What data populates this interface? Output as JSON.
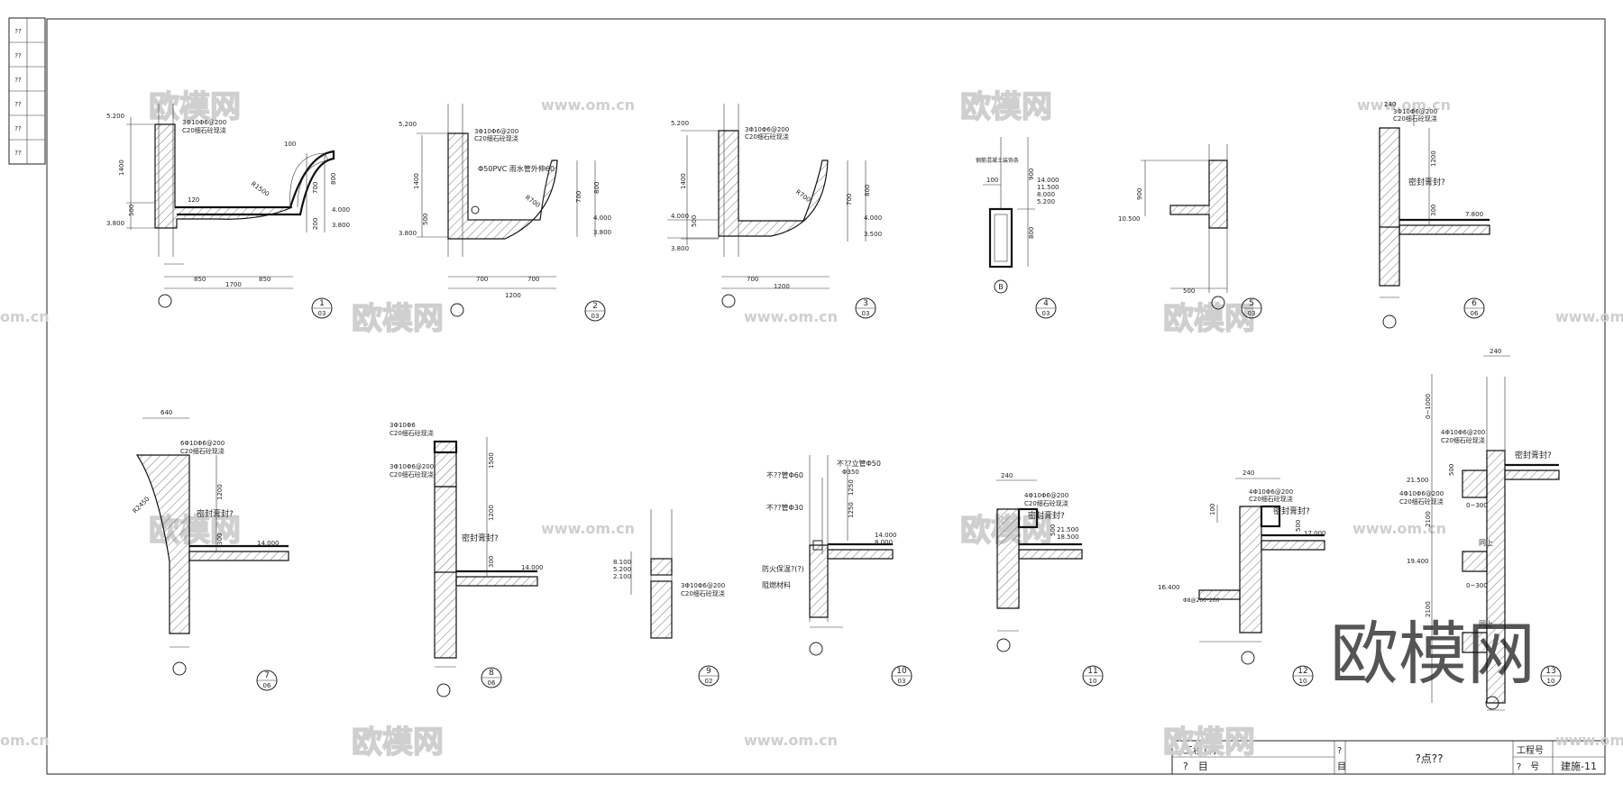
{
  "drawing": {
    "sheet_no": "建施-11"
  },
  "title_block": {
    "project_label": "工程?称",
    "project_no_label": "工程号",
    "item_label": "?　目",
    "item_col_a": "?",
    "item_col_b": "目",
    "detail_title": "?点??",
    "figure_no_label": "?　号"
  },
  "revision_strip": [
    "??",
    "??",
    "??",
    "??",
    "??",
    "??"
  ],
  "watermark": {
    "cn": "欧模网",
    "url": "www.om.cn",
    "url_short": "om.cn"
  },
  "colors": {
    "line": "#222222",
    "watermark": "#cfcfcf",
    "logo": "#555555"
  },
  "details": [
    {
      "num": "1",
      "sheet": "03",
      "notes": [
        "3Φ10Φ6@200",
        "C20细石砼现浇"
      ],
      "dims": [
        "5.200",
        "3.800",
        "1400",
        "500",
        "850",
        "1700",
        "700",
        "800",
        "200",
        "4.000",
        "3.800",
        "R1500",
        "120",
        "100"
      ]
    },
    {
      "num": "2",
      "sheet": "03",
      "notes": [
        "3Φ10Φ6@200",
        "C20细石砼现浇",
        "Φ50PVC 雨水管外伸60"
      ],
      "dims": [
        "5.200",
        "3.800",
        "1400",
        "500",
        "700",
        "1200",
        "800",
        "700",
        "4.000",
        "3.800",
        "R700"
      ]
    },
    {
      "num": "3",
      "sheet": "03",
      "notes": [
        "3Φ10Φ6@200",
        "C20细石砼现浇"
      ],
      "dims": [
        "5.200",
        "4.000",
        "3.800",
        "1400",
        "500",
        "700",
        "1200",
        "800",
        "700",
        "4.000",
        "3.500",
        "R700"
      ]
    },
    {
      "num": "4",
      "sheet": "03",
      "notes": [
        "钢筋混凝土装饰条"
      ],
      "dims": [
        "100",
        "900",
        "14.000",
        "11.500",
        "8.000",
        "5.200",
        "800",
        "B"
      ]
    },
    {
      "num": "5",
      "sheet": "03",
      "notes": [],
      "dims": [
        "900",
        "10.500",
        "500"
      ]
    },
    {
      "num": "6",
      "sheet": "06",
      "notes": [
        "3Φ10Φ6@200",
        "C20细石砼现浇",
        "密封膏封?"
      ],
      "dims": [
        "240",
        "1200",
        "300",
        "7.800"
      ]
    },
    {
      "num": "7",
      "sheet": "06",
      "notes": [
        "6Φ10Φ6@200",
        "C20细石砼现浇",
        "密封膏封?"
      ],
      "dims": [
        "640",
        "1200",
        "R2450",
        "300",
        "14.000"
      ]
    },
    {
      "num": "8",
      "sheet": "06",
      "notes": [
        "3Φ10Φ6",
        "C20细石砼现浇",
        "3Φ10Φ6@200",
        "C20细石砼现浇",
        "密封膏封?"
      ],
      "dims": [
        "1500",
        "1200",
        "300",
        "14.000"
      ]
    },
    {
      "num": "9",
      "sheet": "02",
      "notes": [
        "3Φ10Φ6@200",
        "C20细石砼现浇"
      ],
      "dims": [
        "8.100",
        "5.200",
        "2.100"
      ]
    },
    {
      "num": "10",
      "sheet": "03",
      "notes": [
        "不??管Φ60",
        "不??立管Φ50",
        "不??管Φ30",
        "防火保温?(?)",
        "阻燃材料"
      ],
      "dims": [
        "Φ350",
        "14.000",
        "8.000",
        "1250",
        "1250"
      ]
    },
    {
      "num": "11",
      "sheet": "10",
      "notes": [
        "4Φ10Φ6@200",
        "C20细石砼现浇",
        "密封膏封?"
      ],
      "dims": [
        "240",
        "21.500",
        "18.500",
        "500"
      ]
    },
    {
      "num": "12",
      "sheet": "10",
      "notes": [
        "4Φ10Φ6@200",
        "C20细石砼现浇",
        "密封膏封?",
        "Φ8@200*200"
      ],
      "dims": [
        "240",
        "17.000",
        "16.400",
        "500",
        "100"
      ]
    },
    {
      "num": "13",
      "sheet": "10",
      "notes": [
        "4Φ10Φ6@200",
        "C20细石砼现浇",
        "密封膏封?",
        "4Φ10Φ6@200",
        "C20细石砼现浇",
        "同上",
        "同上"
      ],
      "dims": [
        "240",
        "0~1000",
        "21.500",
        "19.400",
        "0~300",
        "0~300",
        "2100",
        "2100",
        "500"
      ]
    }
  ]
}
